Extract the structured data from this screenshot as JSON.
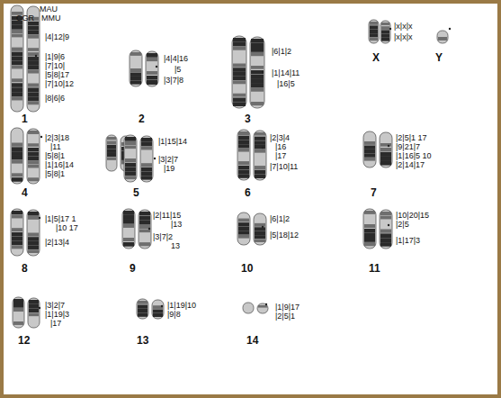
{
  "diagram": {
    "labels": [
      "MAU",
      "CGR",
      "MMU",
      "|4|12|9",
      "|1|9|6",
      "|7|10|",
      "|5|8|17",
      "|7|10|12",
      "|8|6|6",
      "1",
      "|4|4|16",
      "|5",
      "|3|7|8",
      "2",
      "|6|1|2",
      "|1|14|11",
      "|16|5",
      "3",
      "|x|x|x",
      "|x|x|x",
      "X",
      "Y",
      "|2|3|18",
      "|11",
      "|5|8|1",
      "|1|16|14",
      "|5|8|1",
      "4",
      "|1|15|14",
      "|3|2|7",
      "|19",
      "5",
      "|2|3|4",
      "|16",
      "|17",
      "|7|10|11",
      "6",
      "|2|5|1 17",
      "|9|21|7",
      "|1|16|5 10",
      "|2|14|17",
      "7",
      "|1|5|17 1",
      "|10 17",
      "|2|13|4",
      "8",
      "|2|11|15",
      "|13",
      "|3|7|2",
      "13",
      "9",
      "|6|1|2",
      "|5|18|12",
      "10",
      "|10|20|15",
      "|2|5",
      "|1|17|3",
      "11",
      "|3|2|7",
      "|1|19|3",
      "|17",
      "12",
      "|1|19|10",
      "|9|8",
      "13",
      "|1|9|17",
      "|2|5|1",
      "14"
    ]
  }
}
